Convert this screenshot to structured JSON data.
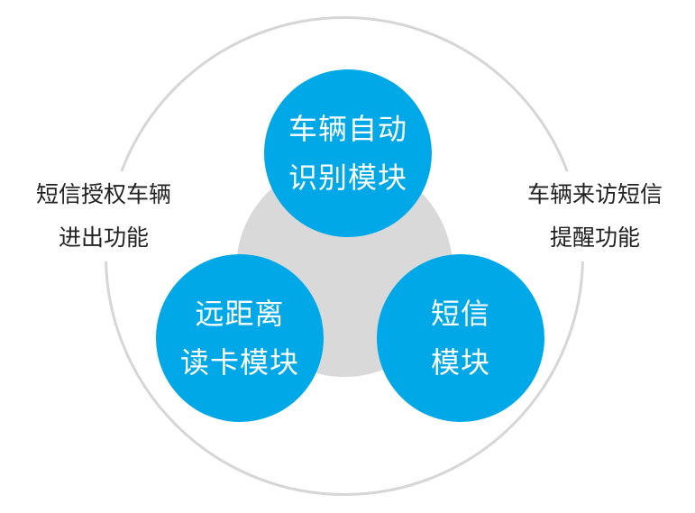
{
  "diagram": {
    "colors": {
      "module_fill": "#00a8e8",
      "center_fill": "#d9d9d9",
      "ring_stroke": "#d6d6d6",
      "module_text": "#ffffff",
      "label_text": "#222222"
    },
    "modules": {
      "top": {
        "line1": "车辆自动",
        "line2": "识别模块"
      },
      "left": {
        "line1": "远距离",
        "line2": "读卡模块"
      },
      "right": {
        "line1": "短信",
        "line2": "模块"
      }
    },
    "side_labels": {
      "left": {
        "line1": "短信授权车辆",
        "line2": "进出功能"
      },
      "right": {
        "line1": "车辆来访短信",
        "line2": "提醒功能"
      }
    }
  }
}
